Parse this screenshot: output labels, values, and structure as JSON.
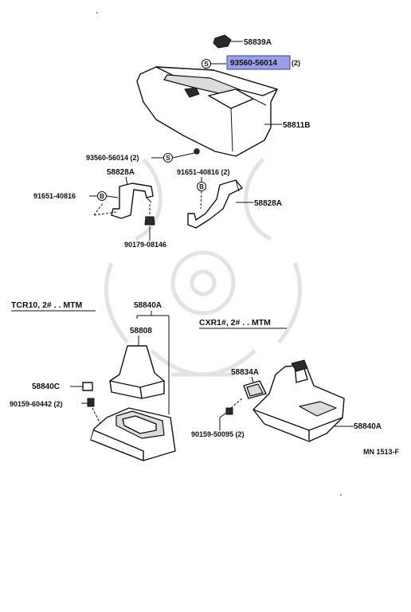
{
  "labels": {
    "p58839A": "58839A",
    "p93560_highlight": "93560-56014",
    "p93560_highlight_qty": "(2)",
    "p58811B": "58811B",
    "p93560_left": "93560-56014 (2)",
    "p58828A_left": "58828A",
    "p91651_right": "91651-40816 (2)",
    "p91651_left": "91651-40816",
    "p58828A_right": "58828A",
    "p90179": "90179-08146",
    "p58840A_top": "58840A",
    "p58808": "58808",
    "p58840C": "58840C",
    "p90159_60442": "90159-60442 (2)",
    "p58834A": "58834A",
    "p90159_50095": "90159-50095 (2)",
    "p58840A_right": "58840A",
    "diagram_code": "MN 1513-F"
  },
  "sections": {
    "tcr": "TCR10, 2# . . MTM",
    "cxr": "CXR1#, 2# . . MTM"
  },
  "symbols": {
    "s": "S",
    "b": "B"
  },
  "colors": {
    "highlight_fill": "#9aa0e6",
    "highlight_border": "#3a3f9a",
    "line": "#111111",
    "watermark": "#e3e3e3"
  }
}
